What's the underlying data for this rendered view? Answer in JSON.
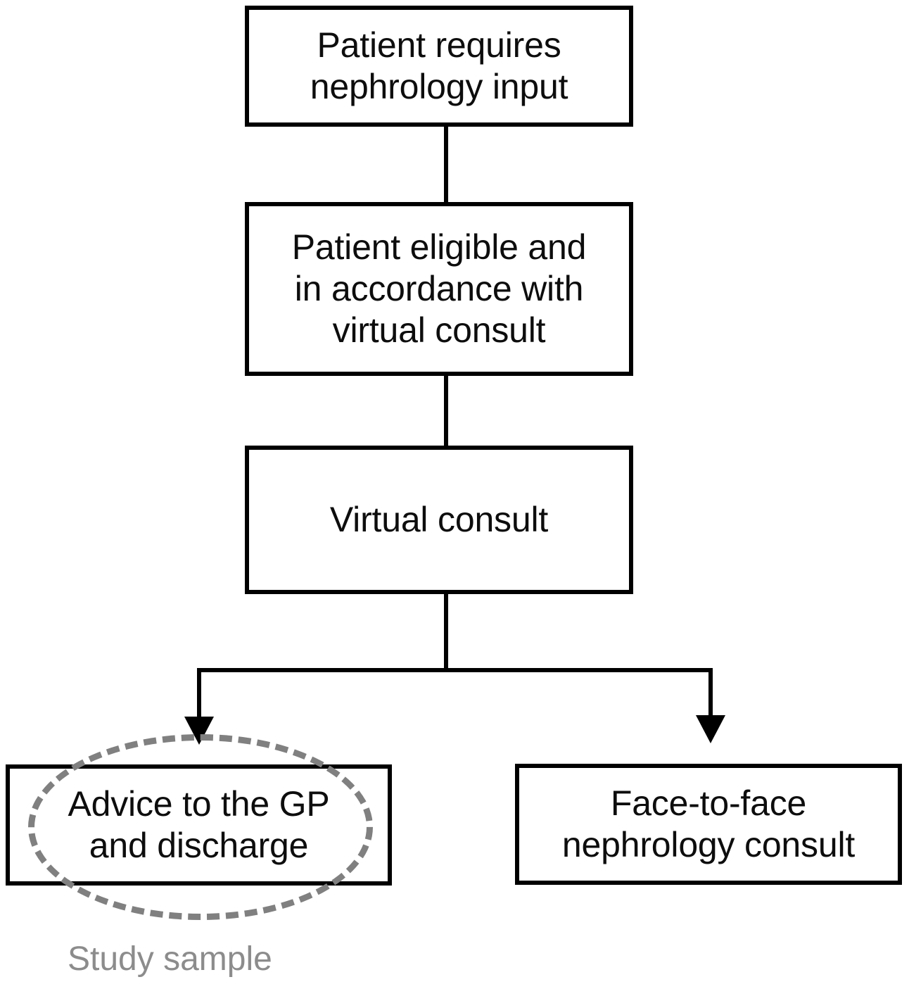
{
  "diagram": {
    "type": "flowchart",
    "orientation": "top-down",
    "nodes": [
      {
        "id": "patient-requires-input",
        "label": "Patient requires\nnephrology input",
        "shape": "rectangle",
        "border_color": "#000000",
        "text_color": "#0d0d0d"
      },
      {
        "id": "patient-eligible",
        "label": "Patient eligible and\nin accordance with\nvirtual consult",
        "shape": "rectangle",
        "border_color": "#000000",
        "text_color": "#0d0d0d"
      },
      {
        "id": "virtual-consult",
        "label": "Virtual consult",
        "shape": "rectangle",
        "border_color": "#000000",
        "text_color": "#0d0d0d"
      },
      {
        "id": "advice-discharge",
        "label": "Advice to the GP\nand discharge",
        "shape": "rectangle",
        "border_color": "#000000",
        "text_color": "#0d0d0d"
      },
      {
        "id": "face-to-face",
        "label": "Face-to-face\nnephrology consult",
        "shape": "rectangle",
        "border_color": "#000000",
        "text_color": "#0d0d0d"
      }
    ],
    "edges": [
      {
        "from": "patient-requires-input",
        "to": "patient-eligible",
        "style": "solid",
        "arrowhead": false
      },
      {
        "from": "patient-eligible",
        "to": "virtual-consult",
        "style": "solid",
        "arrowhead": false
      },
      {
        "from": "virtual-consult",
        "to": "advice-discharge",
        "style": "solid",
        "arrowhead": true
      },
      {
        "from": "virtual-consult",
        "to": "face-to-face",
        "style": "solid",
        "arrowhead": true
      }
    ],
    "annotation": {
      "highlight_target": "advice-discharge",
      "highlight_shape": "dashed-ellipse",
      "highlight_color": "#808080",
      "caption": "Study sample",
      "caption_color": "#8c8c8c"
    },
    "colors": {
      "background": "#ffffff",
      "line": "#000000",
      "highlight": "#808080",
      "caption": "#8c8c8c"
    }
  }
}
